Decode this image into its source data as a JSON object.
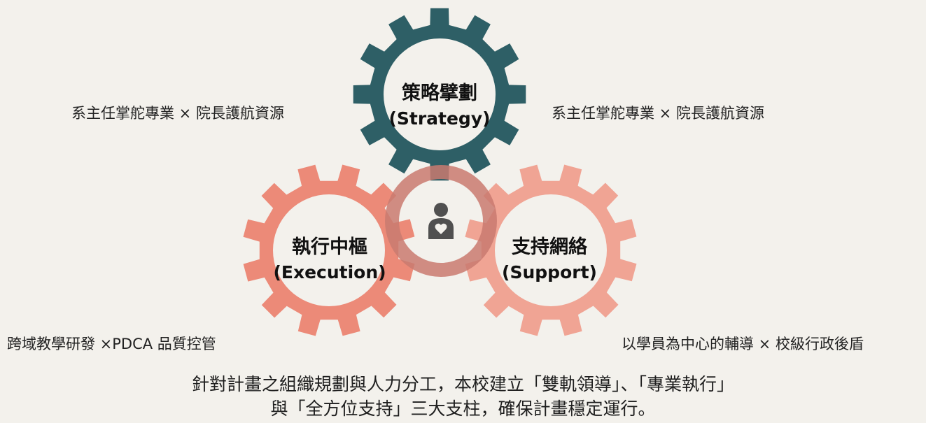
{
  "gears": {
    "strategy": {
      "title": "策略擘劃",
      "subtitle": "(Strategy)",
      "color": "#2e5f66"
    },
    "execution": {
      "title": "執行中樞",
      "subtitle": "(Execution)",
      "color": "#ec8a78"
    },
    "support": {
      "title": "支持網絡",
      "subtitle": "(Support)",
      "color": "#f0a494"
    }
  },
  "center_icon": {
    "name": "person-heart-icon",
    "color": "#505050"
  },
  "labels": {
    "top_left": "系主任掌舵專業 × 院長護航資源",
    "top_right": "系主任掌舵專業 × 院長護航資源",
    "bottom_left": "跨域教學研發 ×PDCA 品質控管",
    "bottom_right": "以學員為中心的輔導 × 校級行政後盾"
  },
  "footer": {
    "line1": "針對計畫之組織規劃與人力分工，本校建立「雙軌領導」、「專業執行」",
    "line2": "與「全方位支持」三大支柱，確保計畫穩定運行。"
  },
  "colors": {
    "background": "#f3f1ec",
    "overlap_ring": "#c97a70"
  }
}
